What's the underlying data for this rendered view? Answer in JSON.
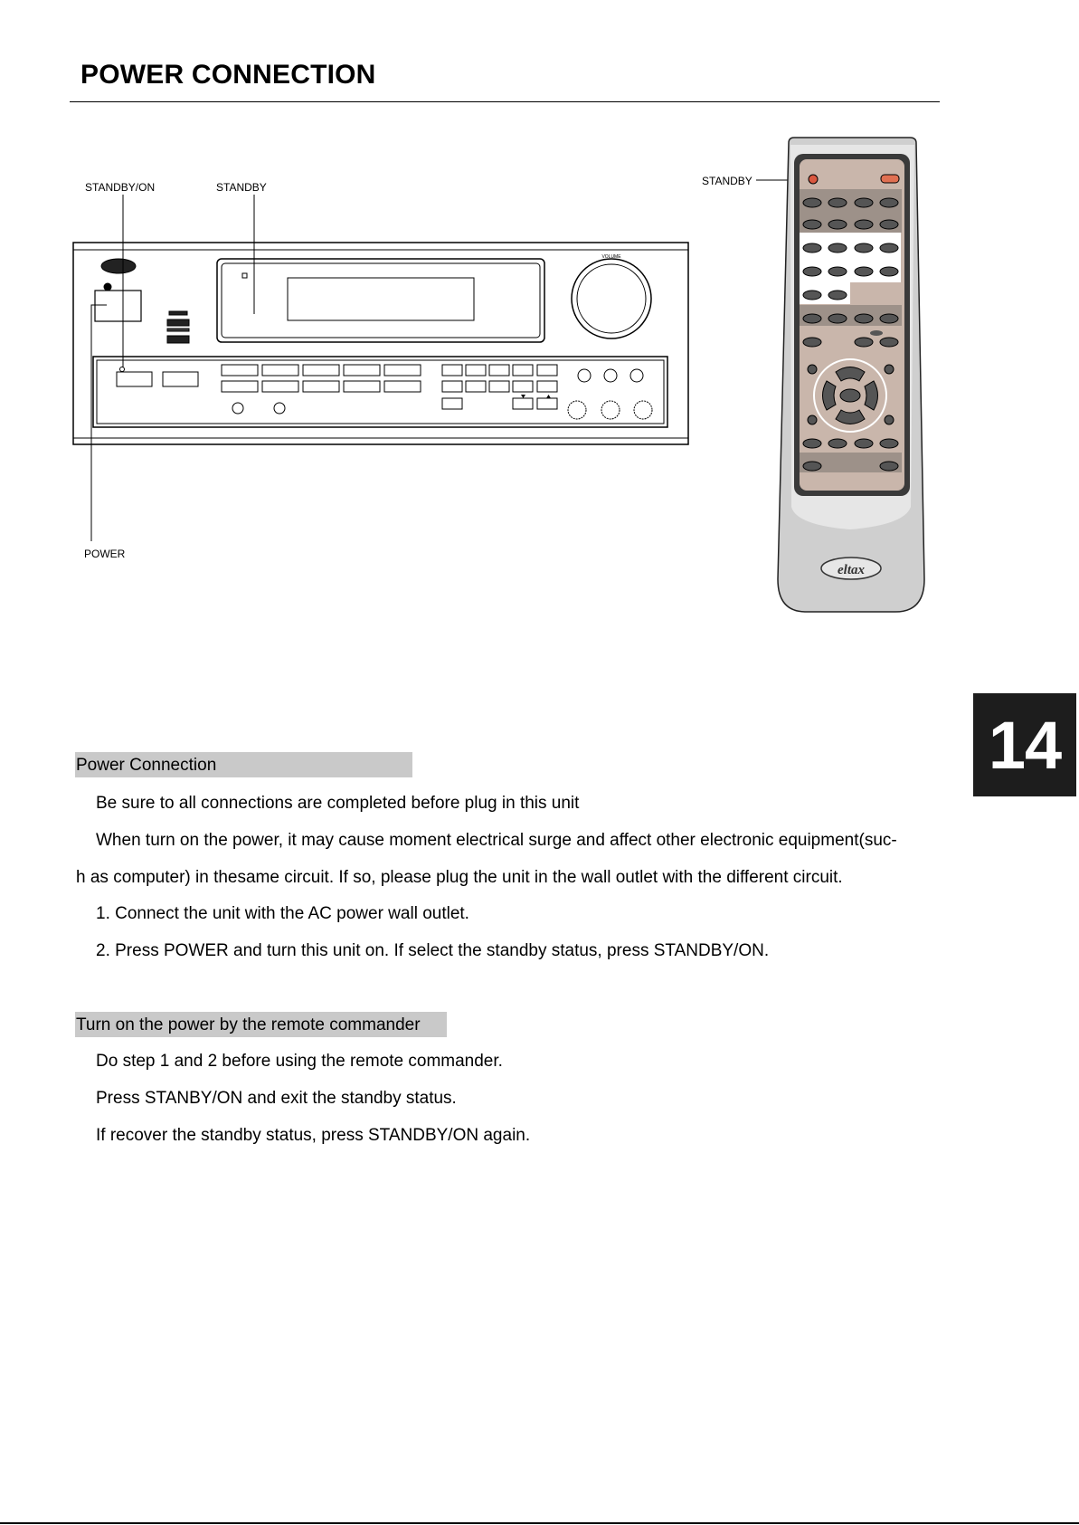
{
  "header": {
    "title": "POWER CONNECTION"
  },
  "figure": {
    "labels": {
      "standby_on": "STANDBY/ON",
      "standby_receiver": "STANDBY",
      "power": "POWER",
      "standby_remote": "STANDBY",
      "volume": "VOLUME",
      "brand": "eltax"
    }
  },
  "page_tab": "14",
  "sections": [
    {
      "heading": "Power Connection",
      "paragraphs": [
        "Be sure to all connections are completed before plug in this unit",
        "When turn on the power, it may cause moment electrical surge and affect other electronic equipment(suc-",
        "h as computer) in thesame circuit. If so, please plug the unit in the wall outlet with the different circuit.",
        "1.  Connect the unit with the AC power wall outlet.",
        "2.  Press POWER and turn this unit on. If select the standby status, press STANDBY/ON."
      ]
    },
    {
      "heading": "Turn on the power by the remote commander",
      "paragraphs": [
        "Do step 1 and 2 before using the remote commander.",
        "Press STANBY/ON and exit the standby status.",
        "If recover the standby status, press STANDBY/ON again."
      ]
    }
  ],
  "colors": {
    "tab_bg": "#1d1d1d",
    "heading_bg": "#c9c9c9",
    "remote_panel": "#c9b6ab",
    "standby_led": "#d9573f"
  }
}
